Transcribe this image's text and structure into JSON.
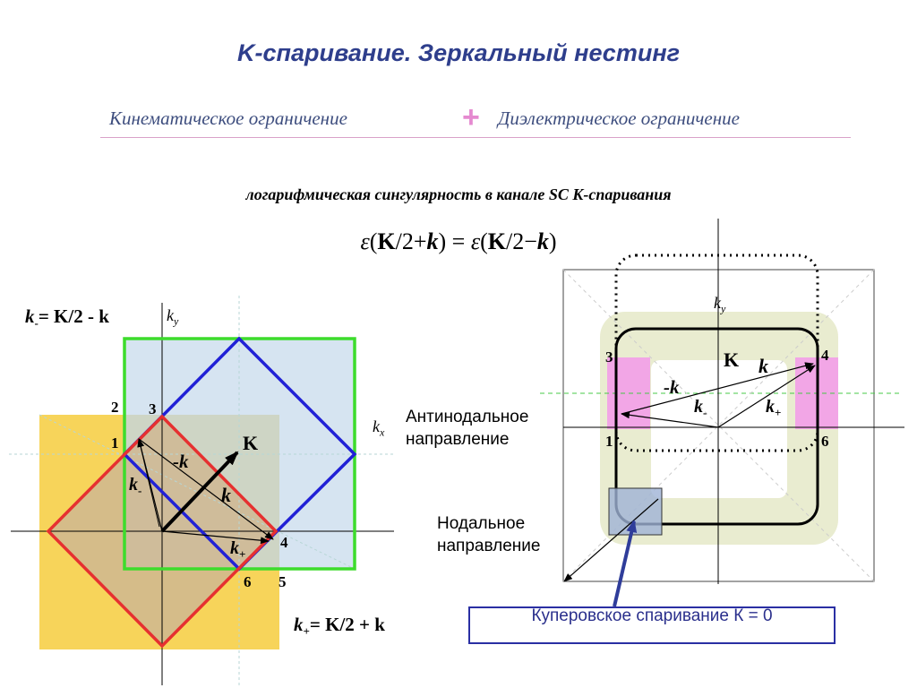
{
  "title": "K-спаривание. Зеркальный нестинг",
  "subtitle": {
    "left": "Кинематическое ограничение",
    "plus": "+",
    "right": "Диэлектрическое ограничение"
  },
  "log_text": "логарифмическая сингулярность в канале SC K-спаривания",
  "formula": {
    "eps": "ε",
    "K": "K",
    "half_plus": "/2+",
    "half_minus": "/2−",
    "k": "k",
    "eq": "="
  },
  "left_diagram": {
    "k_minus_eq": {
      "k": "k",
      "sub": "-",
      "rest": "= K/2 - k"
    },
    "k_plus_eq": {
      "k": "k",
      "sub": "+",
      "rest": "= K/2 + k"
    },
    "ky": {
      "base": "k",
      "sub": "y"
    },
    "kx": {
      "base": "k",
      "sub": "x"
    },
    "K_label": "K",
    "k_label": "k",
    "minus_k_label": "-k",
    "k_minus_label": {
      "k": "k",
      "sub": "-"
    },
    "k_plus_label": {
      "k": "k",
      "sub": "+"
    },
    "points": {
      "p1": "1",
      "p2": "2",
      "p3": "3",
      "p4": "4",
      "p5": "5",
      "p6": "6"
    }
  },
  "right_diagram": {
    "ky": {
      "base": "k",
      "sub": "y"
    },
    "K_label": "K",
    "k_label": "k",
    "minus_k_label": "-k",
    "k_minus_label": {
      "k": "k",
      "sub": "-"
    },
    "k_plus_label": {
      "k": "k",
      "sub": "+"
    },
    "points": {
      "p1": "1",
      "p3": "3",
      "p4": "4",
      "p6": "6"
    },
    "antinodal": {
      "line1": "Антинодальное",
      "line2": "направление"
    },
    "nodal": {
      "line1": "Нодальное",
      "line2": "направление"
    },
    "cooper": "Куперовское спаривание К = 0"
  },
  "colors": {
    "title": "#2e3e8c",
    "plus": "#e58ad0",
    "green_square": "#3ddc2c",
    "blue_square": "#2121d6",
    "red_square": "#e63030",
    "yellow_bg": "#f7d45a",
    "light_blue_bg": "#d6e4f1",
    "pink_patch": "#f2a6e6"
  }
}
